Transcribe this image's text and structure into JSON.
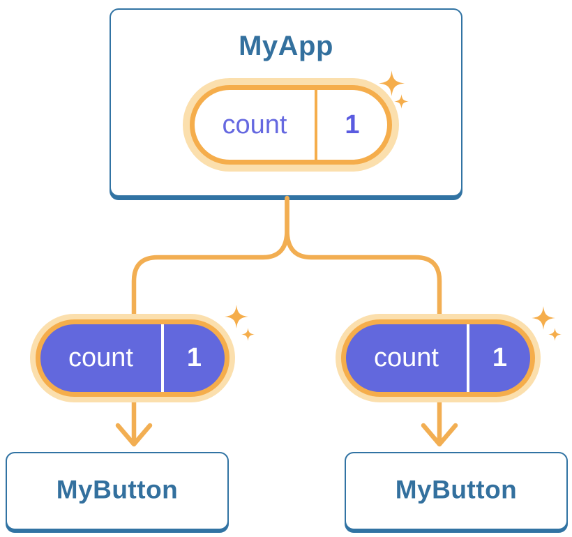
{
  "colors": {
    "blue_border": "#3173A3",
    "blue_text": "#33709E",
    "purple_fill": "#6268DD",
    "purple_text": "#6568E0",
    "purple_value": "#5A5BE0",
    "orange_ring": "#F5AD4B",
    "orange_halo": "#FBDFAD",
    "orange_line": "#F2AE52",
    "card_background": "#FFFFFF"
  },
  "icons": {
    "sparkle": "four-point-sparkle"
  },
  "tree": {
    "root": {
      "label": "MyApp",
      "state": {
        "name": "count",
        "value": "1"
      }
    },
    "children": [
      {
        "label": "MyButton",
        "state": {
          "name": "count",
          "value": "1"
        }
      },
      {
        "label": "MyButton",
        "state": {
          "name": "count",
          "value": "1"
        }
      }
    ]
  }
}
